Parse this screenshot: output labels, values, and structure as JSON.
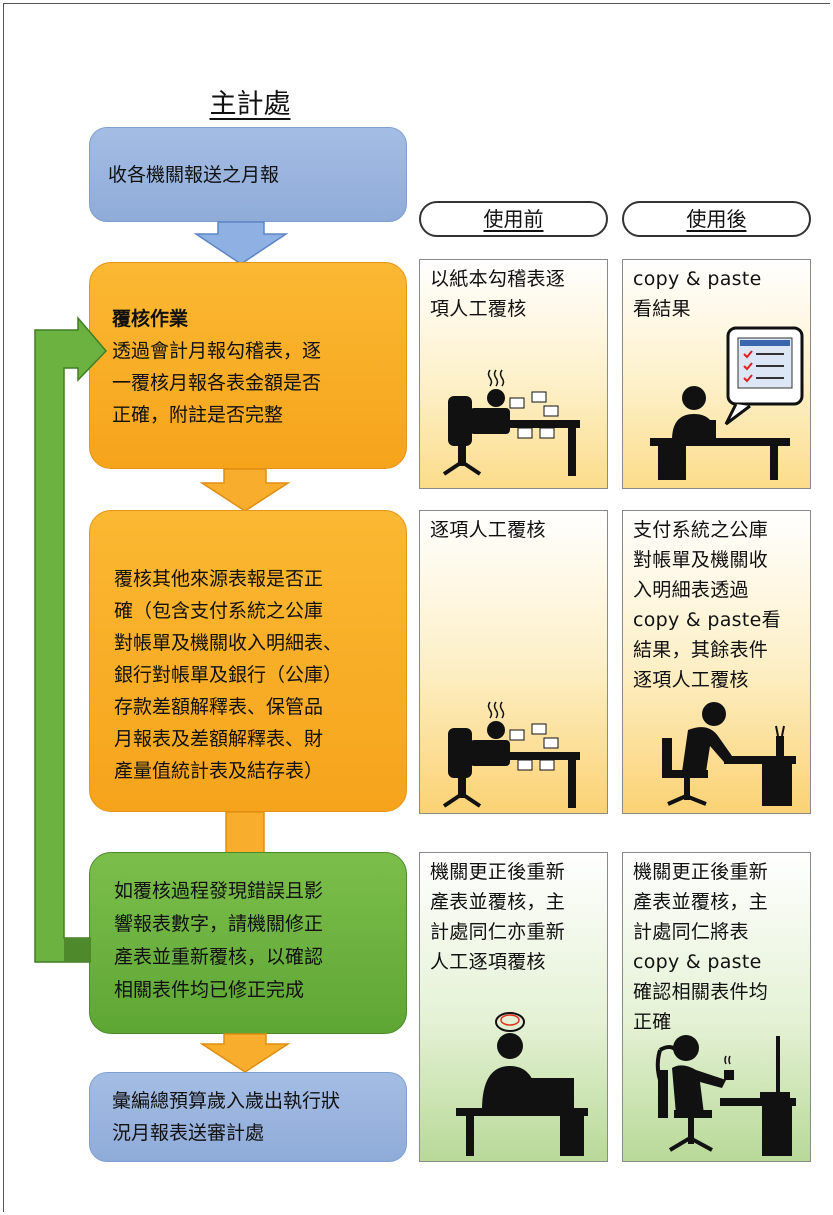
{
  "title": "主計處",
  "flow": {
    "step1": "收各機關報送之月報",
    "step2_title": "覆核作業",
    "step2_body": "透過會計月報勾稽表，逐\n一覆核月報各表金額是否\n正確，附註是否完整",
    "step3": "覆核其他來源表報是否正\n確（包含支付系統之公庫\n對帳單及機關收入明細表、\n銀行對帳單及銀行（公庫）\n存款差額解釋表、保管品\n月報表及差額解釋表、財\n產量值統計表及結存表）",
    "step4": "如覆核過程發現錯誤且影\n響報表數字，請機關修正\n產表並重新覆核，以確認\n相關表件均已修正完成",
    "step5": "彙編總預算歲入歲出執行狀\n況月報表送審計處"
  },
  "headers": {
    "before": "使用前",
    "after": "使用後"
  },
  "panels": {
    "before_1": "以紙本勾稽表逐\n項人工覆核",
    "after_1": "copy & paste\n看結果",
    "before_2": "逐項人工覆核",
    "after_2": "支付系統之公庫\n對帳單及機關收\n入明細表透過\ncopy & paste看\n結果，其餘表件\n逐項人工覆核",
    "before_3": "機關更正後重新\n產表並覆核，主\n計處同仁亦重新\n人工逐項覆核",
    "after_3": "機關更正後重新\n產表並覆核，主\n計處同仁將表\ncopy & paste\n確認相關表件均\n正確"
  },
  "colors": {
    "blue_box": "#99b4df",
    "orange_box": "#f8ac26",
    "green_box": "#6cb240",
    "arrow_blue": "#8fb0e2",
    "arrow_orange": "#f8ae2c",
    "arrow_green": "#6cb240"
  },
  "icons": [
    "person-stressed-at-desk-icon",
    "person-at-laptop-with-checklist-icon",
    "person-writing-at-desk-icon",
    "person-frustrated-at-laptop-icon",
    "person-relaxed-with-coffee-icon"
  ]
}
